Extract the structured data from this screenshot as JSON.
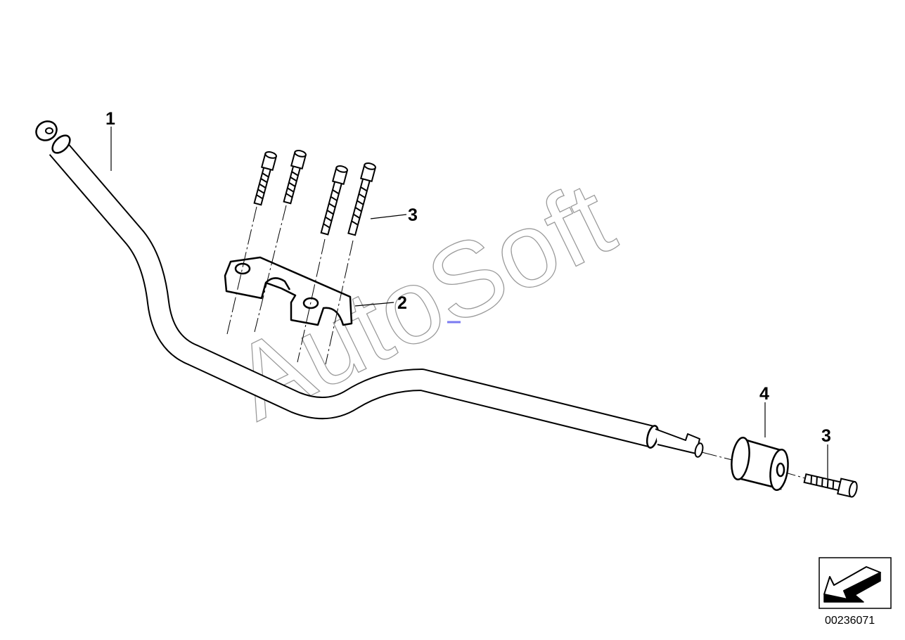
{
  "callouts": {
    "handlebar": "1",
    "clamp": "2",
    "screws_top": "3",
    "end_weight": "4",
    "screw_end": "3"
  },
  "watermark": "AutoSoft",
  "part_number": "00236071",
  "icons": {
    "direction": "arrow-left-down-icon"
  },
  "colors": {
    "line": "#000000",
    "watermark": "#9a9a9a",
    "accent_dash": "#7a7af0"
  }
}
